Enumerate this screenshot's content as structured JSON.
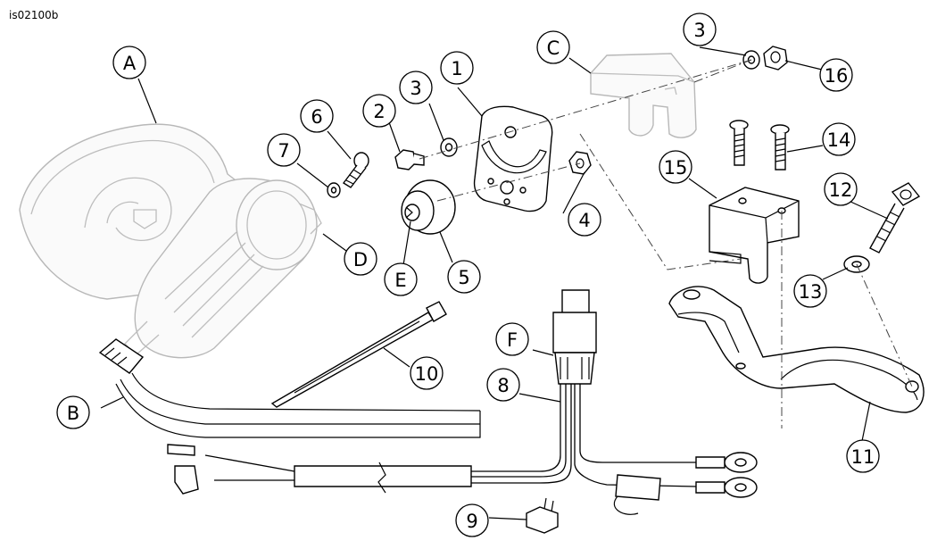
{
  "figure_id": "is02100b",
  "callouts": {
    "A": "A",
    "B": "B",
    "C": "C",
    "D": "D",
    "E": "E",
    "F": "F",
    "n1": "1",
    "n2": "2",
    "n3a": "3",
    "n3b": "3",
    "n4": "4",
    "n5": "5",
    "n6": "6",
    "n7": "7",
    "n8": "8",
    "n9": "9",
    "n10": "10",
    "n11": "11",
    "n12": "12",
    "n13": "13",
    "n14": "14",
    "n15": "15",
    "n16": "16"
  }
}
